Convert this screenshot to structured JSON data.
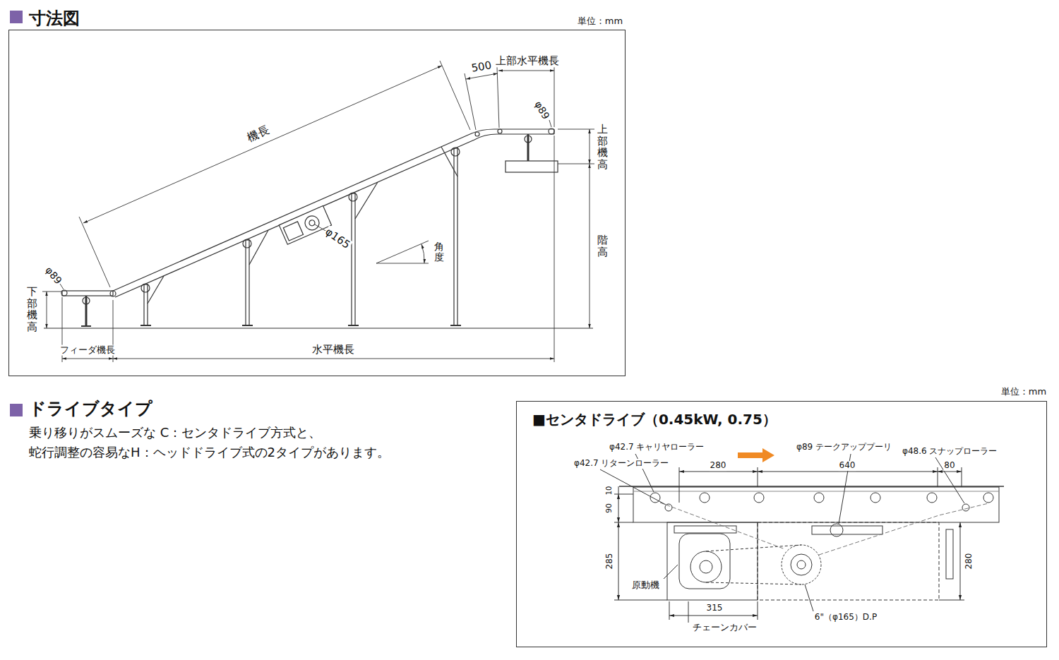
{
  "diagram": {
    "nodes": [
      {
        "text": [
          "寸法図"
        ]
      },
      {
        "text": [
          "■センタドライブ（0.45kW, 0.75）"
        ]
      }
    ],
    "labels": [
      "単位：mm",
      "500",
      "上部水平機長",
      "機長",
      "φ89",
      "上部機高",
      "φ165",
      "角度",
      "階高",
      "φ89",
      "下部機高",
      "フィーダ機長",
      "水平機長",
      "ドライブタイプ",
      "乗り移りがスムーズな C：センタドライブ方式と、",
      "蛇行調整の容易なH：ヘッドドライブ式の2タイプがあります。",
      "単位：mm",
      "φ42.7 キャリヤローラー",
      "φ42.7 リターンローラー",
      "φ89 テークアッププーリ",
      "φ48.6 スナップローラー",
      "280",
      "640",
      "80",
      "10",
      "90",
      "285",
      "280",
      "原動機",
      "315",
      "チェーンカバー",
      "6\"（φ165）D.P"
    ]
  }
}
